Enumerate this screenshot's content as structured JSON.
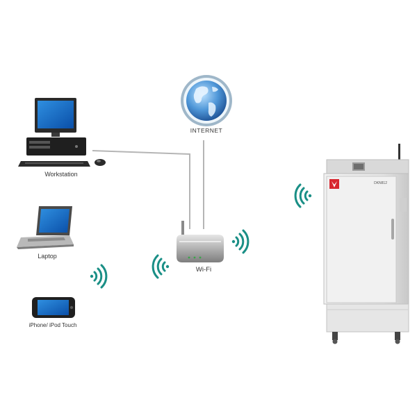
{
  "labels": {
    "internet": "INTERNET",
    "workstation": "Workstation",
    "laptop": "Laptop",
    "phone": "iPhone/ iPod Touch",
    "wifi": "Wi-Fi",
    "oven_model": "DKN812"
  },
  "colors": {
    "wifi_waves": "#1a8f86",
    "link_line": "#b5b5b5",
    "globe_blue": "#2d76c2",
    "brand_red": "#d8262e"
  }
}
